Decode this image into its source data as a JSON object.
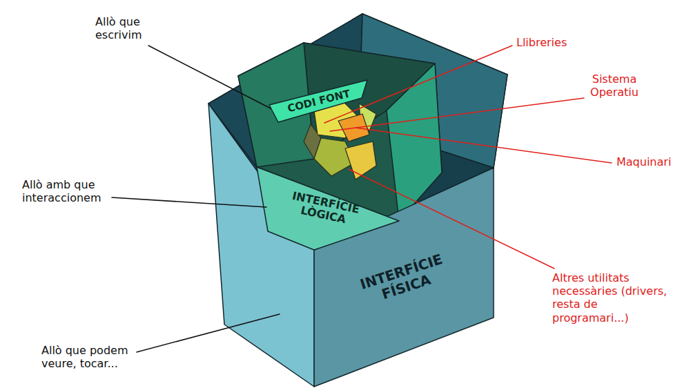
{
  "diagram": {
    "nodes": [
      {
        "text": [
          "INTERFÍCIE FÍSICA"
        ]
      },
      {
        "text": [
          "INTERFÍCIE LÒGICA"
        ],
        "in": 0
      },
      {
        "text": [
          "CODI FONT"
        ],
        "in": 1
      }
    ],
    "labels": [
      "Allò que escrivim",
      "Llibreries",
      "Sistema Operatiu",
      "Allò amb que interaccionem",
      "Maquinari",
      "Altres utilitats necessàries (drivers, resta de programari...)",
      "Allò que podem veure, tocar..."
    ]
  }
}
